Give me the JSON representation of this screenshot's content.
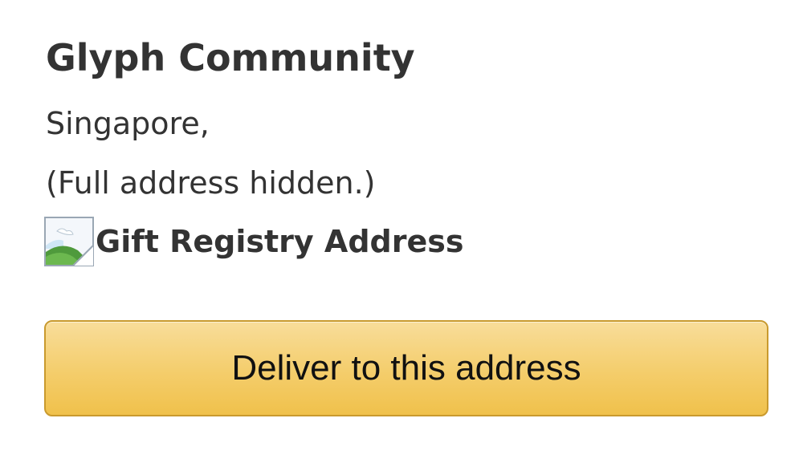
{
  "address": {
    "name": "Glyph Community",
    "city": "Singapore,",
    "hidden_note": "(Full address hidden.)",
    "registry_icon": "broken-image-icon",
    "registry_label": "Gift Registry Address"
  },
  "actions": {
    "deliver_label": "Deliver to this address",
    "deliver_color": "#f0c14b",
    "deliver_border_color": "#c99a2e"
  }
}
